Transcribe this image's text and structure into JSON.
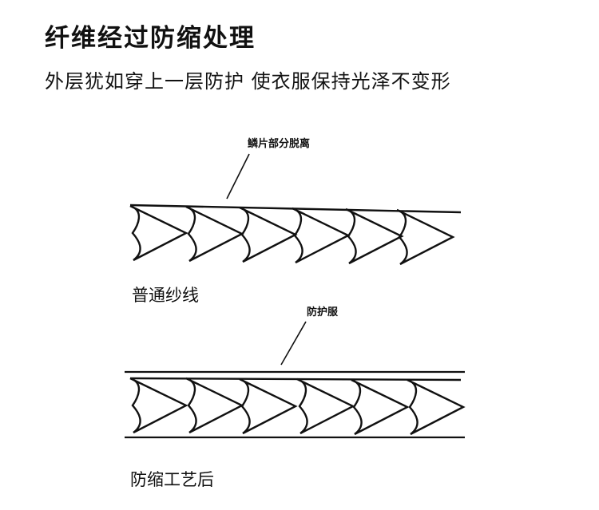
{
  "header": {
    "title": "纤维经过防缩处理",
    "subtitle": "外层犹如穿上一层防护 使衣服保持光泽不变形"
  },
  "diagram_top": {
    "callout": "鳞片部分脱离",
    "caption": "普通纱线"
  },
  "diagram_bottom": {
    "callout": "防护服",
    "caption": "防缩工艺后"
  },
  "colors": {
    "ink": "#111111",
    "background": "#ffffff"
  }
}
